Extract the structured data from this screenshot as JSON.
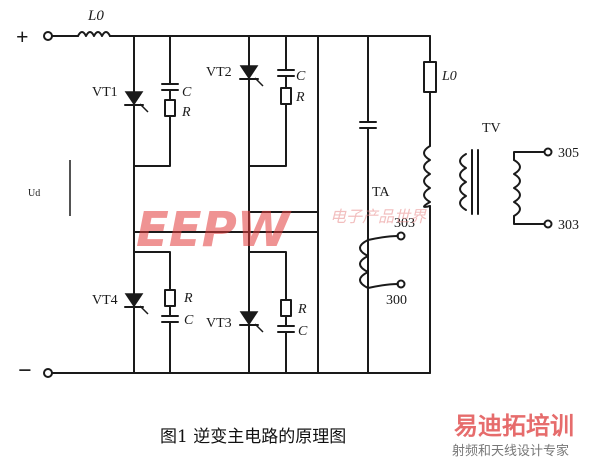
{
  "terminals": {
    "plus": "+",
    "minus": "−"
  },
  "input": {
    "inductor": "L0",
    "voltage": "Ud"
  },
  "thyristors": {
    "vt1": "VT1",
    "vt2": "VT2",
    "vt3": "VT3",
    "vt4": "VT4"
  },
  "snubber": {
    "c": "C",
    "r": "R"
  },
  "output": {
    "inductor": "L0",
    "current_transformer": "TA",
    "voltage_transformer": "TV",
    "nodes": {
      "n305": "305",
      "n303_tv": "303",
      "n303_ta": "303",
      "n300": "300"
    }
  },
  "caption": "图1    逆变主电路的原理图",
  "watermarks": {
    "eepw": "EEPW",
    "eepw_cn": "电子产品世界",
    "edu_logo": "易迪拓培训",
    "edu_sub": "射频和天线设计专家"
  }
}
